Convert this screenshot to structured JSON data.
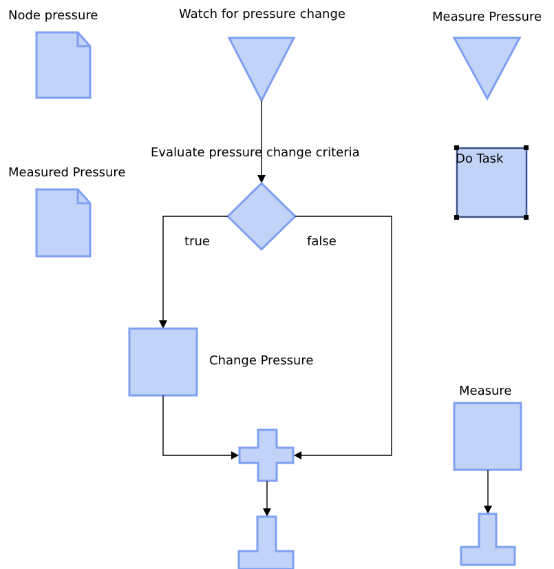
{
  "diagram": {
    "labels": {
      "node_pressure": "Node pressure",
      "watch_for_pressure_change": "Watch for pressure change",
      "measure_pressure": "Measure Pressure",
      "measured_pressure": "Measured Pressure",
      "evaluate_criteria": "Evaluate pressure change criteria",
      "do_task": "Do Task",
      "true_branch": "true",
      "false_branch": "false",
      "change_pressure": "Change Pressure",
      "measure": "Measure"
    },
    "colors": {
      "shape_fill": "#c2d3f7",
      "shape_stroke": "#7e9ff2",
      "connector": "#000000"
    },
    "selected_node": "do_task"
  }
}
